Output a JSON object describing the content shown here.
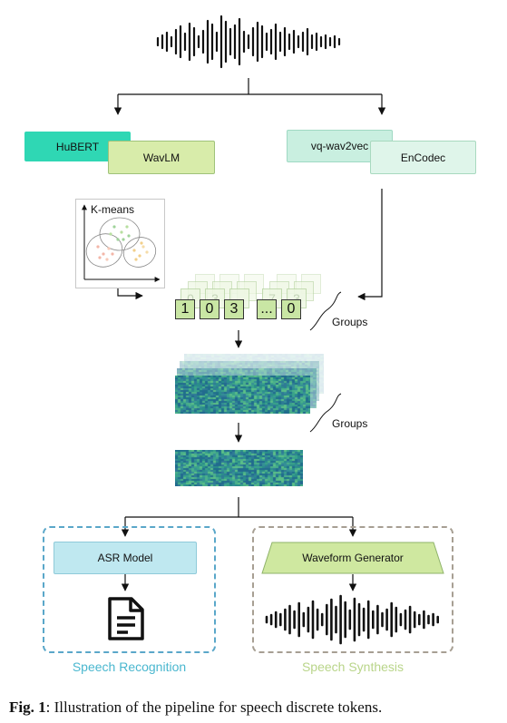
{
  "ssl_models": {
    "hubert": "HuBERT",
    "wavlm": "WavLM"
  },
  "codec_models": {
    "vqwav2vec": "vq-wav2vec",
    "encodec": "EnCodec"
  },
  "kmeans_label": "K-means",
  "tokens": [
    "1",
    "0",
    "3",
    "...",
    "0"
  ],
  "ghost_tokens": [
    "0",
    "3",
    "7",
    "3"
  ],
  "groups_label_1": "Groups",
  "groups_label_2": "Groups",
  "asr": {
    "model_label": "ASR Model",
    "panel_title": "Speech Recognition"
  },
  "tts": {
    "model_label": "Waveform Generator",
    "panel_title": "Speech Synthesis"
  },
  "caption": {
    "prefix": "Fig. 1",
    "text": ": Illustration of the pipeline for speech discrete tokens."
  },
  "colors": {
    "hubert": "#2fd7b4",
    "wavlm": "#d8ecaa",
    "vqwav2vec": "#c9efe0",
    "encodec": "#dff5ea",
    "token": "#c9e6a4",
    "asr_box": "#bfe8f0",
    "tts_box": "#cfe8a0",
    "asr_title": "#4ab7cf",
    "tts_title": "#b9d58a"
  },
  "icons": {
    "document": "document-icon",
    "waveform": "waveform-icon"
  }
}
